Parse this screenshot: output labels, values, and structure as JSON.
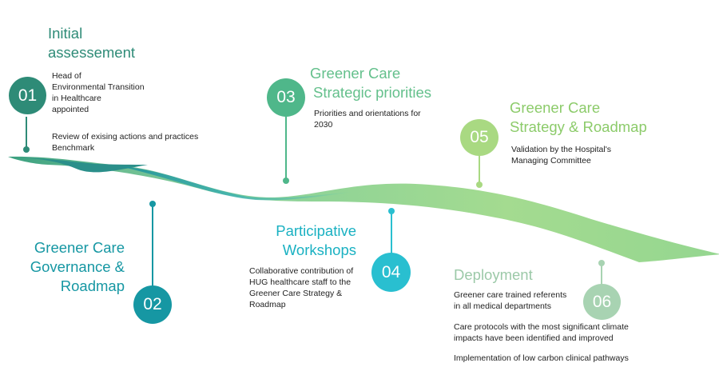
{
  "steps": [
    {
      "number": "01",
      "title_lines": [
        "Initial",
        "assessement"
      ],
      "descriptions": [
        "Head of\nEnvironmental Transition\nin Healthcare\nappointed",
        "Review of exising actions and practices\nBenchmark"
      ],
      "color": "#2e8b77",
      "title_color": "#2e8b77"
    },
    {
      "number": "02",
      "title_lines": [
        "Greener Care",
        "Governance &",
        "Roadmap"
      ],
      "descriptions": [],
      "color": "#1697a3",
      "title_color": "#1697a3"
    },
    {
      "number": "03",
      "title_lines": [
        "Greener Care",
        "Strategic priorities"
      ],
      "descriptions": [
        "Priorities and orientations for\n2030"
      ],
      "color": "#4fb78a",
      "title_color": "#64c08c"
    },
    {
      "number": "04",
      "title_lines": [
        "Participative",
        "Workshops"
      ],
      "descriptions": [
        "Collaborative contribution of\nHUG healthcare staff to the\nGreener Care Strategy &\nRoadmap"
      ],
      "color": "#29bfd0",
      "title_color": "#1ab1c2"
    },
    {
      "number": "05",
      "title_lines": [
        "Greener Care",
        "Strategy & Roadmap"
      ],
      "descriptions": [
        "Validation by the Hospital's\nManaging Committee"
      ],
      "color": "#a9d982",
      "title_color": "#8ccb6a"
    },
    {
      "number": "06",
      "title_lines": [
        "Deployment"
      ],
      "descriptions": [
        "Greener care trained referents\nin all medical departments",
        "Care protocols with the most significant climate\nimpacts have been identified and improved",
        "Implementation of low carbon clinical pathways"
      ],
      "color": "#a8d3b2",
      "title_color": "#9cc9a8"
    }
  ]
}
